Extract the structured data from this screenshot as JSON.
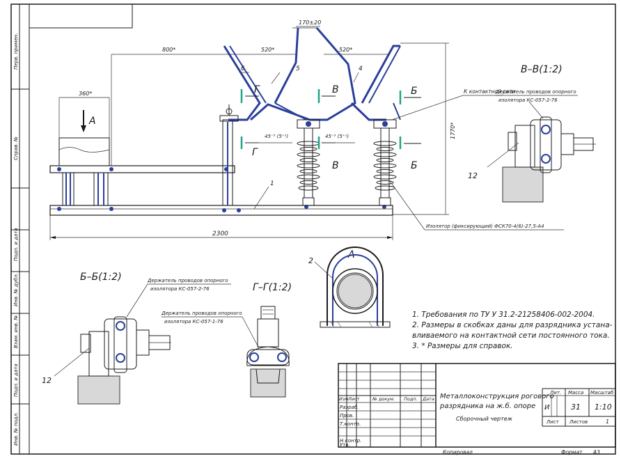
{
  "side_stamp": {
    "labels": [
      "Перв. примен.",
      "Справ. №",
      "Подп. и дата",
      "Инв. № дубл.",
      "Взам. инв. №",
      "Подп. и дата",
      "Инв. № подл."
    ]
  },
  "main_view": {
    "dim_top": "170±20",
    "dim_800": "800*",
    "dim_520_left": "520*",
    "dim_520_right": "520*",
    "dim_360": "360*",
    "dim_2300": "2300",
    "dim_1770": "1770*",
    "angle_left": "45⁻⁵ (5⁺¹)",
    "angle_right": "45⁻⁵ (5⁺¹)",
    "pos_6": "6",
    "pos_5": "5",
    "pos_4": "4",
    "pos_1": "1",
    "view_arrow_A": "А",
    "cut_G_top": "Г",
    "cut_G_bottom": "Г",
    "cut_V_top": "В",
    "cut_V_bottom": "В",
    "cut_B_top": "Б",
    "cut_B_bottom": "Б",
    "contact_label": "К контактной сети",
    "insulator_label": "Изолятор (фиксирующий) ФСК70-4(6)-27,5-А4"
  },
  "section_VV": {
    "title": "В–В(1:2)",
    "holder_line1": "Держатель проводов опорного",
    "holder_line2": "изолятора КС-057-2-76",
    "pos_12": "12"
  },
  "view_A": {
    "title": "А",
    "pos_2": "2"
  },
  "section_BB": {
    "title": "Б–Б(1:2)",
    "holder_line1": "Держатель проводов опорного",
    "holder_line2": "изолятора КС-057-2-76",
    "pos_12": "12"
  },
  "section_GG": {
    "title": "Г–Г(1:2)",
    "holder_line1": "Держатель проводов опорного",
    "holder_line2": "изолятора КС-057-1-76"
  },
  "notes": [
    "1. Требования по ТУ У 31.2-21258406-002-2004.",
    "2. Размеры в скобках даны для разрядника устана-",
    "вливаемого на контактной сети постоянного тока.",
    "3. * Размеры для справок."
  ],
  "title_block": {
    "name_line1": "Металлоконструкция рогового",
    "name_line2": "разрядника на ж.б. опоре",
    "doc_type": "Сборочный чертеж",
    "col_izm": "Изм",
    "col_list": "Лист",
    "col_doc": "№ докум.",
    "col_sign": "Подп.",
    "col_date": "Дата",
    "row_razrab": "Разраб.",
    "row_prov": "Пров.",
    "row_tkontr": "Т.контр.",
    "row_nkontr": "Н.контр.",
    "row_utv": "Утв.",
    "lit_label": "Лит.",
    "mass_label": "Масса",
    "scale_label": "Масштаб",
    "lit_value": "И",
    "mass_value": "31",
    "scale_value": "1:10",
    "sheet_label": "Лист",
    "sheets_label": "Листов",
    "sheets_value": "1",
    "copied": "Копировал",
    "format_label": "Формат",
    "format_value": "А3"
  }
}
